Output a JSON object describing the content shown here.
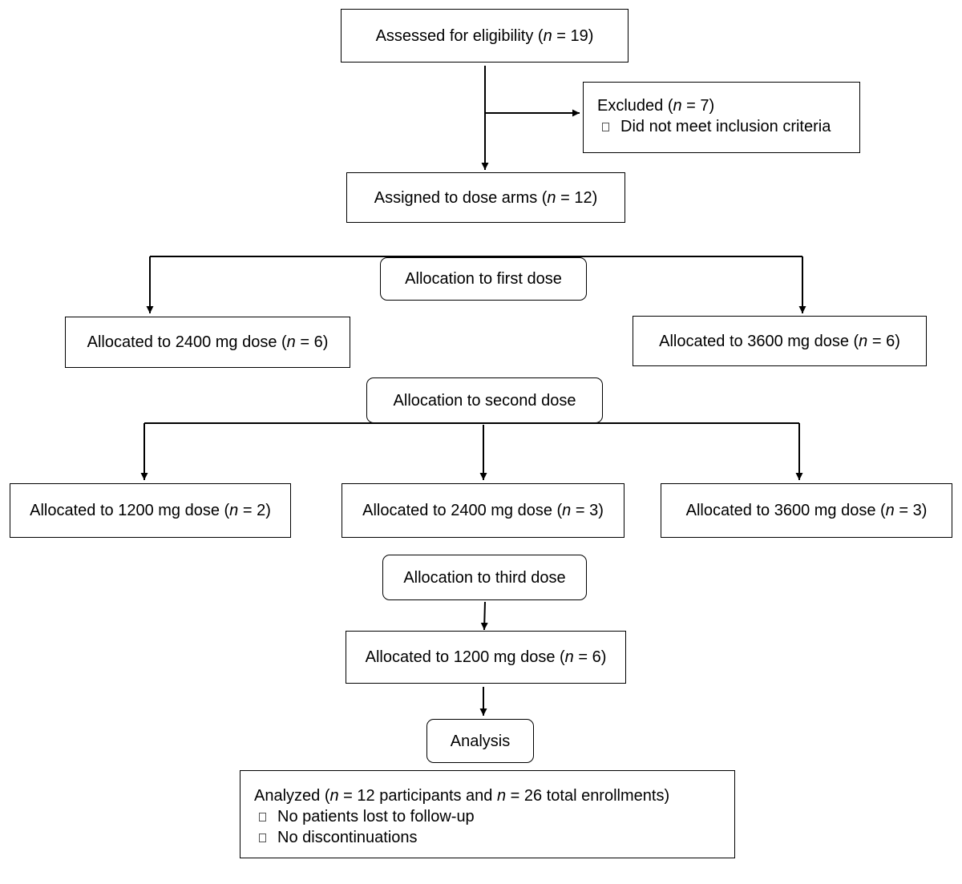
{
  "flowchart": {
    "assessed": {
      "prefix": "Assessed for eligibility (",
      "n": "n",
      "suffix": " = 19)"
    },
    "excluded": {
      "prefix": "Excluded (",
      "n": "n",
      "suffix": " = 7)",
      "reason": "Did not meet inclusion criteria"
    },
    "assigned": {
      "prefix": "Assigned to dose arms (",
      "n": "n",
      "suffix": " = 12)"
    },
    "first_dose": {
      "label": "Allocation to first dose",
      "arms": [
        {
          "prefix": "Allocated to 2400 mg dose (",
          "n": "n",
          "suffix": " = 6)"
        },
        {
          "prefix": "Allocated to 3600 mg dose (",
          "n": "n",
          "suffix": " = 6)"
        }
      ]
    },
    "second_dose": {
      "label": "Allocation to second dose",
      "arms": [
        {
          "prefix": "Allocated to 1200 mg dose (",
          "n": "n",
          "suffix": " = 2)"
        },
        {
          "prefix": "Allocated to 2400 mg dose (",
          "n": "n",
          "suffix": " = 3)"
        },
        {
          "prefix": "Allocated to 3600 mg dose (",
          "n": "n",
          "suffix": " = 3)"
        }
      ]
    },
    "third_dose": {
      "label": "Allocation to third dose",
      "arm": {
        "prefix": "Allocated to 1200 mg dose (",
        "n": "n",
        "suffix": " = 6)"
      }
    },
    "analysis": {
      "label": "Analysis",
      "summary": {
        "prefix": "Analyzed (",
        "n1": "n",
        "middle": " = 12 participants and ",
        "n2": "n",
        "suffix": " = 26 total enrollments)"
      },
      "notes": [
        "No patients lost to follow-up",
        "No discontinuations"
      ]
    }
  }
}
